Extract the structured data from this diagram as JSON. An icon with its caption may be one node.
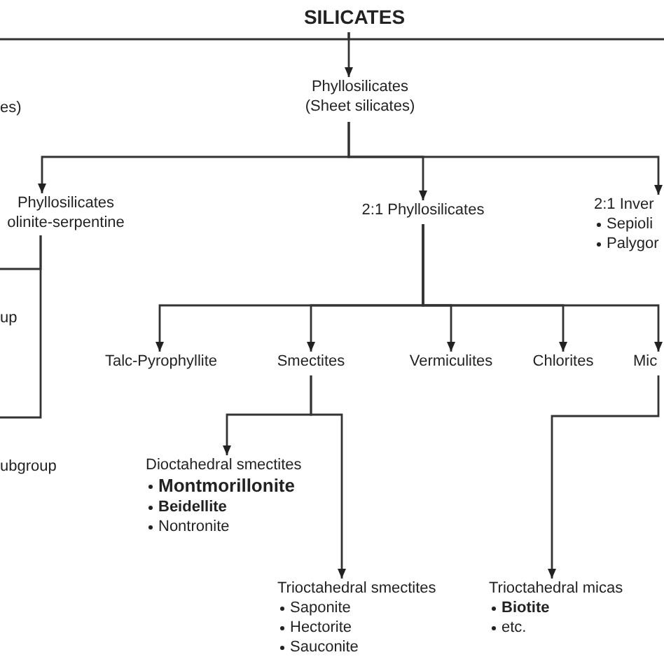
{
  "diagram": {
    "nodes": [
      {
        "text": [
          "SILICATES"
        ]
      },
      {
        "text": [
          "Phyllosilicates (Sheet silicates)"
        ]
      },
      {
        "text": [
          "Phyllosilicates",
          "olinite-serpentine"
        ]
      },
      {
        "text": [
          "2:1 Phyllosilicates"
        ]
      },
      {
        "text": [
          "2:1 Inver",
          "Sepioli",
          "Palygor"
        ]
      },
      {
        "text": [
          "Talc-Pyrophyllite"
        ]
      },
      {
        "text": [
          "Smectites"
        ]
      },
      {
        "text": [
          "Vermiculites"
        ]
      },
      {
        "text": [
          "Chlorites"
        ]
      },
      {
        "text": [
          "Mic"
        ]
      },
      {
        "text": [
          "Dioctahedral smectites",
          "Montmorillonite",
          "Beidellite",
          "Nontronite"
        ]
      },
      {
        "text": [
          "Trioctahedral smectites",
          "Saponite",
          "Hectorite",
          "Sauconite"
        ]
      },
      {
        "text": [
          "Trioctahedral micas",
          "Biotite",
          "etc."
        ]
      }
    ],
    "edges": [
      {
        "from": 0,
        "to": 1,
        "arrow": "to"
      },
      {
        "from": 0,
        "to": null,
        "arrow": "none"
      },
      {
        "from": 0,
        "to": null,
        "arrow": "none"
      },
      {
        "from": 1,
        "to": 2,
        "arrow": "to"
      },
      {
        "from": 1,
        "to": 3,
        "arrow": "to"
      },
      {
        "from": 1,
        "to": 4,
        "arrow": "to"
      },
      {
        "from": 2,
        "to": null,
        "arrow": "none"
      },
      {
        "from": 2,
        "to": null,
        "arrow": "none"
      },
      {
        "from": 3,
        "to": 5,
        "arrow": "to"
      },
      {
        "from": 3,
        "to": 6,
        "arrow": "to"
      },
      {
        "from": 3,
        "to": 7,
        "arrow": "to"
      },
      {
        "from": 3,
        "to": 8,
        "arrow": "to"
      },
      {
        "from": 3,
        "to": 9,
        "arrow": "to"
      },
      {
        "from": 6,
        "to": 10,
        "arrow": "to"
      },
      {
        "from": 6,
        "to": 11,
        "arrow": "to"
      },
      {
        "from": 9,
        "to": 12,
        "arrow": "to"
      }
    ],
    "labels": [
      "es)",
      "up",
      "ubgroup"
    ]
  }
}
